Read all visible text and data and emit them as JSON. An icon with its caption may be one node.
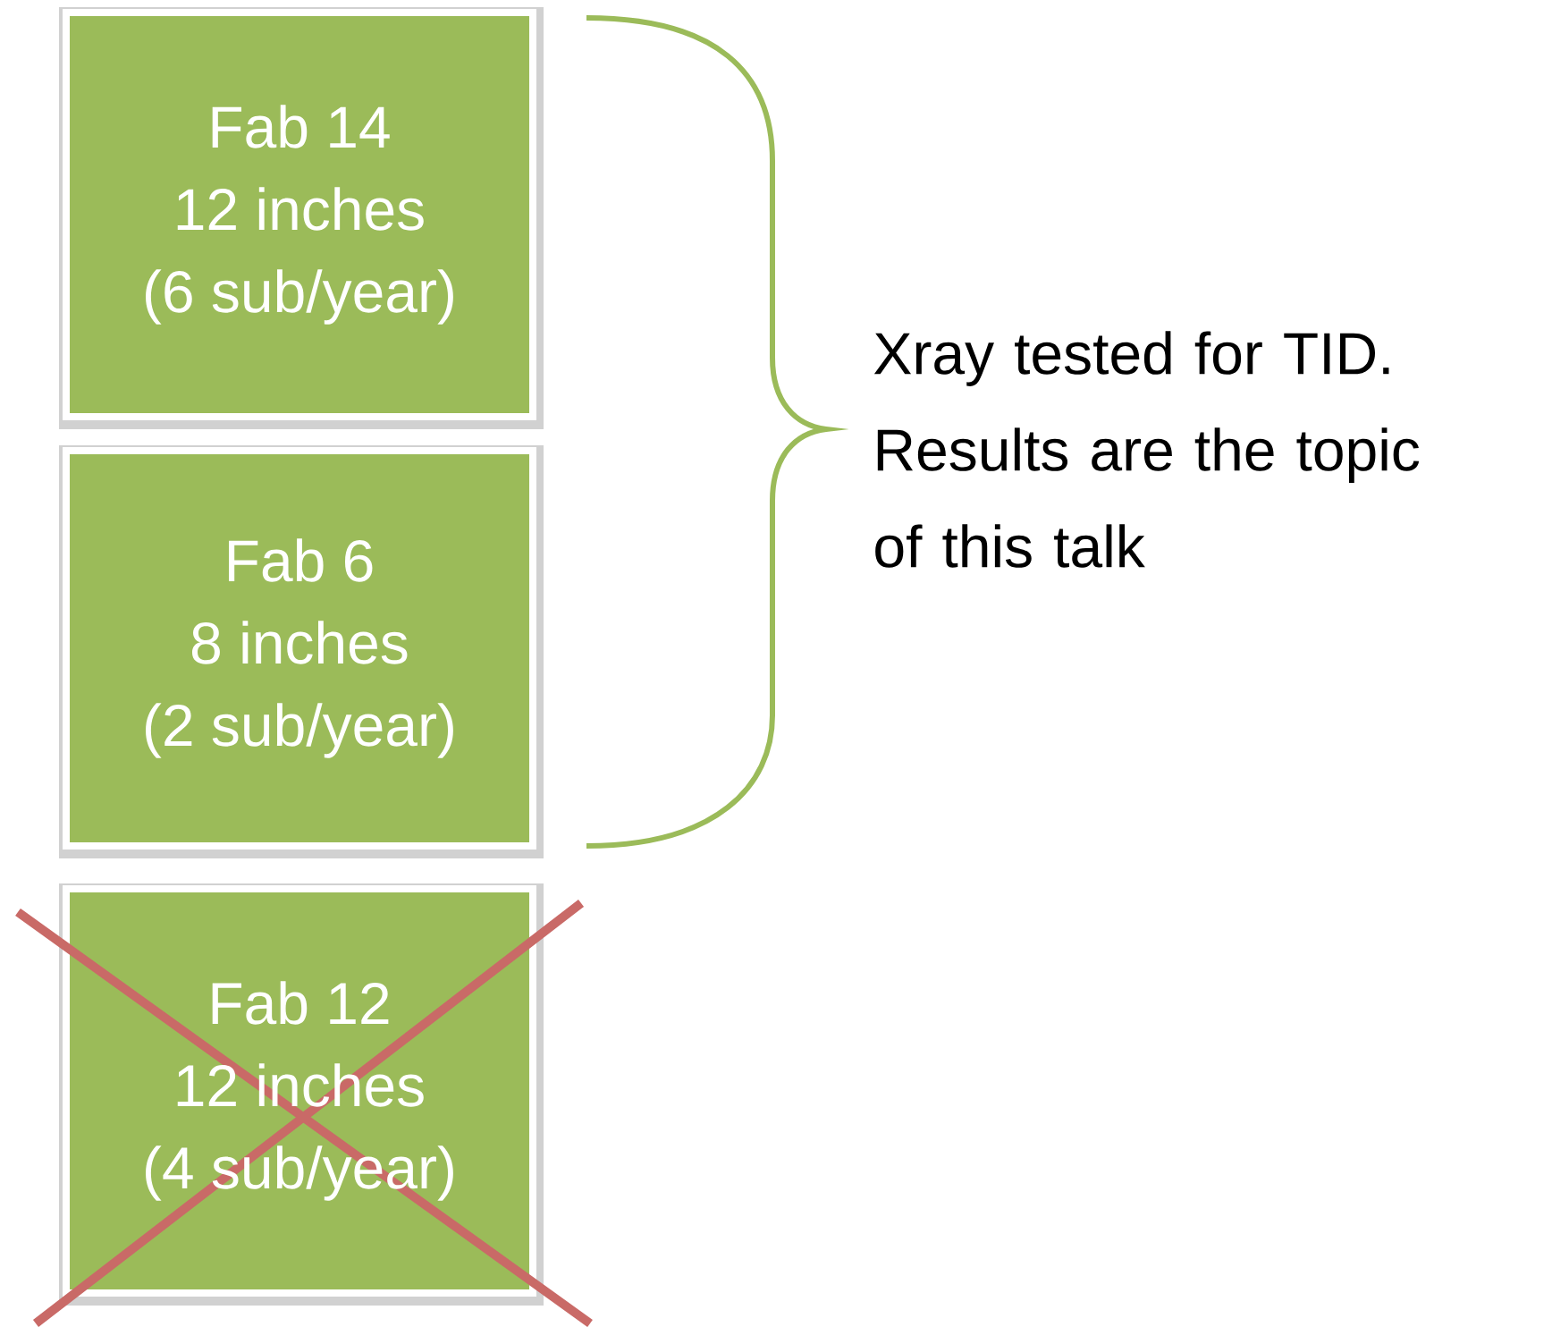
{
  "diagram": {
    "nodes": [
      {
        "text": [
          "Fab 14",
          "12 inches",
          "(6 sub/year)"
        ]
      },
      {
        "text": [
          "Fab 6",
          "8 inches",
          "(2 sub/year)"
        ]
      },
      {
        "text": [
          "Fab 12",
          "12 inches",
          "(4 sub/year)"
        ]
      }
    ],
    "labels": [
      "Xray tested for TID. Results are the topic of this talk"
    ]
  }
}
